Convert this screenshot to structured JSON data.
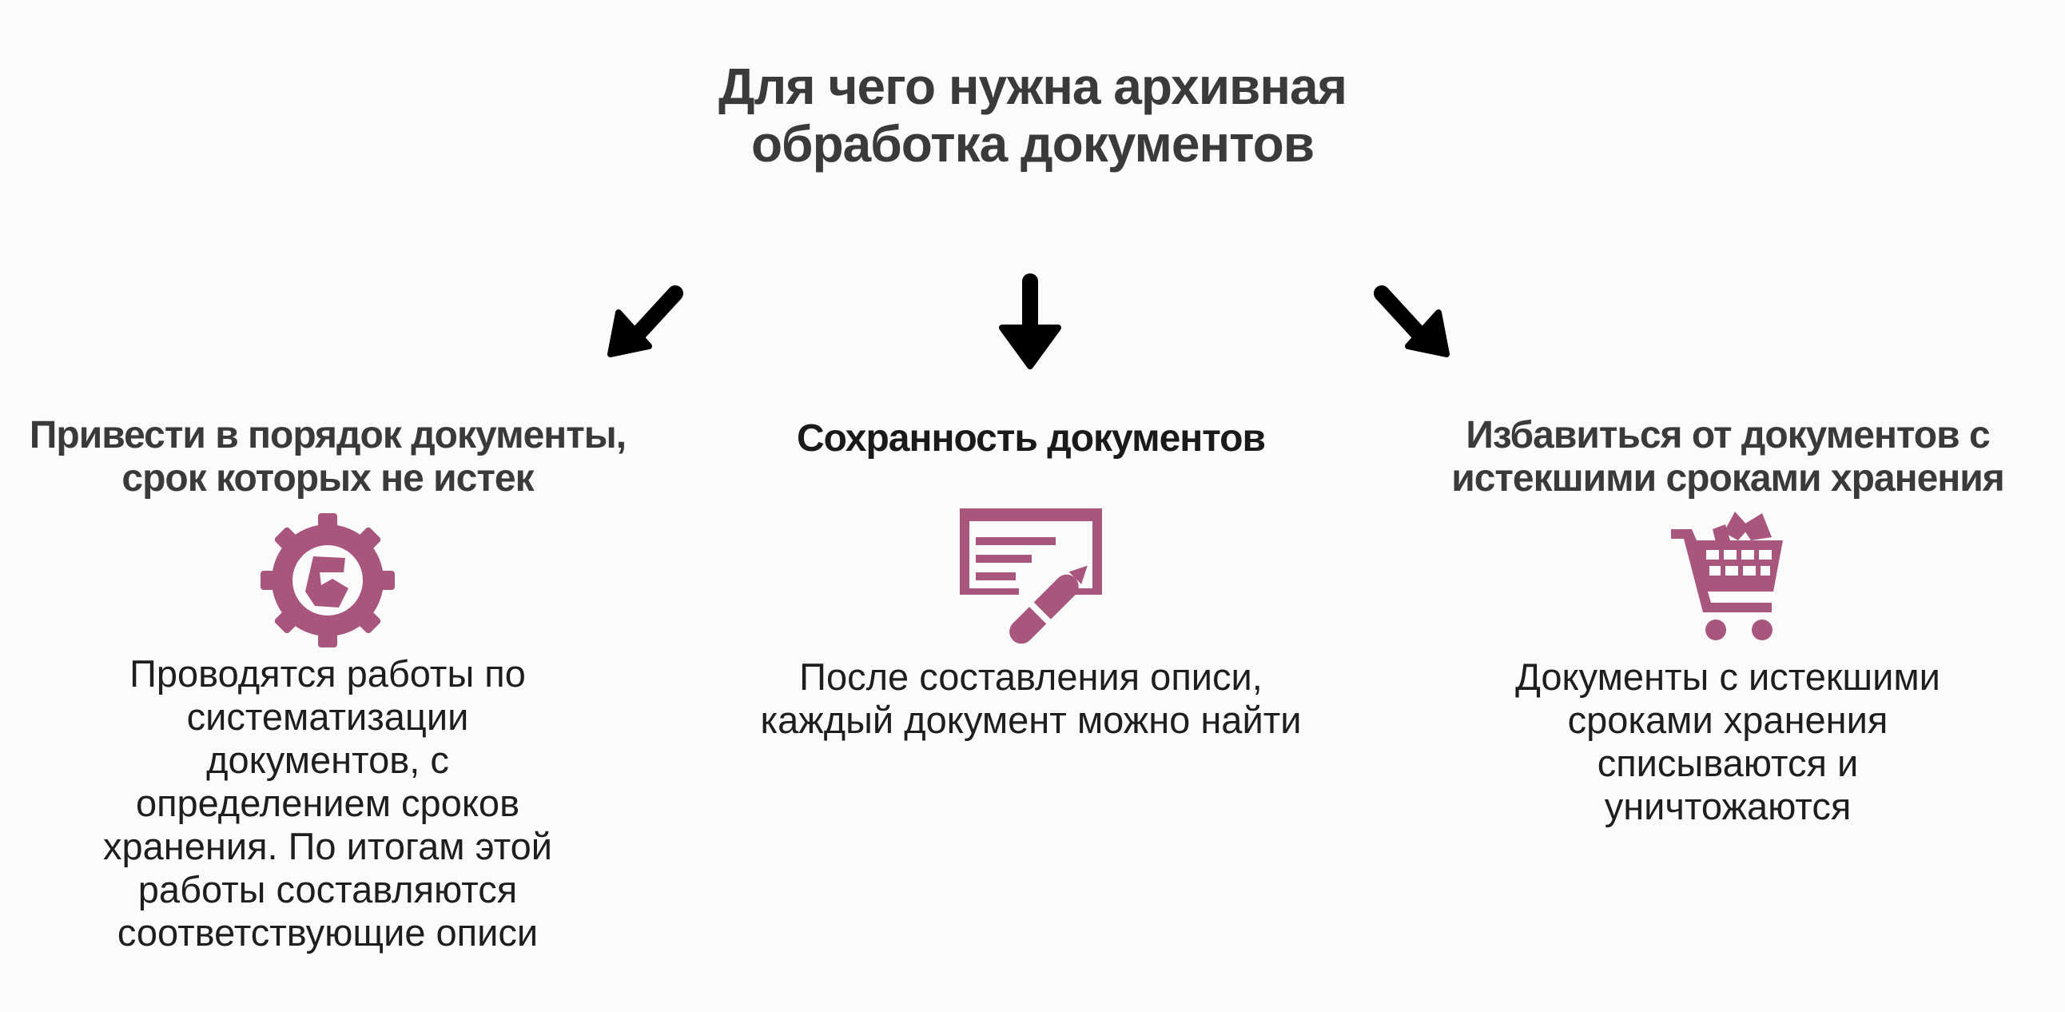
{
  "title": {
    "line1": "Для чего нужна архивная",
    "line2": "обработка документов"
  },
  "colors": {
    "accent": "#a8567d",
    "text": "#1e1e1e",
    "heading": "#3a3a3a",
    "arrow": "#000000"
  },
  "columns": [
    {
      "heading": [
        "Привести в порядок документы,",
        "срок которых не истек"
      ],
      "icon": "gear-icon",
      "description": [
        "Проводятся работы по",
        "систематизации",
        "документов, с",
        "определением сроков",
        "хранения. По итогам этой",
        "работы составляются",
        "соответствующие описи"
      ]
    },
    {
      "heading": [
        "Сохранность документов"
      ],
      "icon": "document-signing-icon",
      "description": [
        "После составления описи,",
        "каждый документ можно найти"
      ]
    },
    {
      "heading": [
        "Избавиться от документов с",
        "истекшими сроками хранения"
      ],
      "icon": "shopping-cart-icon",
      "description": [
        "Документы с истекшими",
        "сроками хранения",
        "списываются и",
        "уничтожаются"
      ]
    }
  ]
}
